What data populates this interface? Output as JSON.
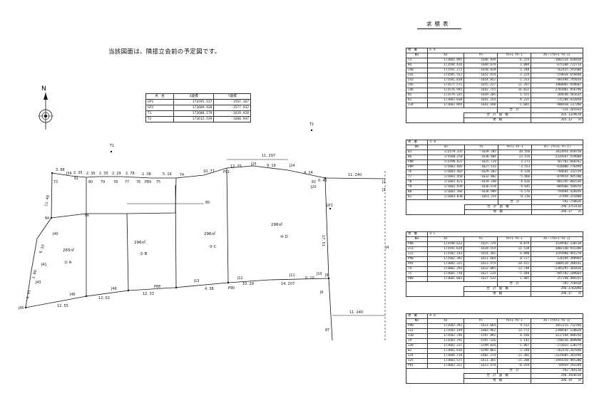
{
  "title": "求積表",
  "note": "当該図面は、隣接立会前の予定図です。",
  "north_label": "N",
  "coord_table": {
    "headers": [
      "点　名",
      "X座標",
      "Y座標"
    ],
    "rows": [
      [
        "GP1",
        "173595.537",
        "-1597.167"
      ],
      [
        "GP2",
        "173609.928",
        "-1577.932"
      ],
      [
        "T1",
        "173608.179",
        "-1639.420"
      ],
      [
        "T2",
        "173612.539",
        "-1600.947"
      ]
    ]
  },
  "area_labels": {
    "A_label": "① A",
    "B_label": "② B",
    "C_label": "③ C",
    "D_label": "④ D",
    "A_area": "265㎡",
    "B_area": "296㎡",
    "C_area": "296㎡",
    "D_area": "296㎡"
  },
  "dims": {
    "top_right": "11. 297",
    "right_upper": "11. 240",
    "right_lower": "11. 240",
    "bottom_a": "12. 55",
    "bottom_b": "12. 02",
    "bottom_c": "12. 33",
    "bottom_d1": "4. 38",
    "bottom_d2": "10. 29",
    "bottom_d3": "14. 207",
    "bottom_d4": "0. 10",
    "right_vert": "17. 51",
    "left_vert1": "11. 48",
    "left_vert2": "6. 10",
    "left_vert3": "3. 90",
    "left_vert4": "4. 41",
    "top_segs": [
      "3. 88",
      "2. 35",
      "2. 35",
      "2. 35",
      "2. 29",
      "2. 78",
      "2. 08",
      "5. 16",
      "10. 77",
      "12. 25",
      "9. 19",
      "4. 24",
      "0. 45"
    ]
  },
  "points": {
    "J45": "J45",
    "J46": "J46",
    "J49": "J49",
    "P88": "P88",
    "J13": "J13",
    "J12": "J12",
    "P90": "P90",
    "J11": "J11",
    "J10": "J10",
    "J9": "J9",
    "J6": "J6",
    "J43": "J43",
    "J41": "J41",
    "J40": "J40",
    "p84": "84",
    "p86": "86",
    "p73": "73",
    "J34": "J34",
    "p81": "81",
    "p80": "80",
    "p79": "79",
    "p78": "78",
    "p77": "77",
    "p76": "76",
    "P89": "P89",
    "p75": "75",
    "p74": "74",
    "p85": "85",
    "P91": "P91",
    "J25": "J25",
    "J24": "J24",
    "J20": "J20",
    "p82": "82",
    "J2": "J2",
    "J3": "J3",
    "J4": "J4",
    "GP1": "GP1",
    "T1": "T1",
    "T2": "T2",
    "p87": "87"
  },
  "area_tables": [
    {
      "header_left": "地　番",
      "header_right": "① A",
      "columns": [
        "NO",
        "Xn",
        "Yn",
        "Yn+1-Yn-1",
        "Xn・(Yn+1-Yn-1)"
      ],
      "rows": [
        [
          "73",
          "173601.895",
          "-1646.939",
          "-6.224",
          "-1082234.636820"
        ],
        [
          "84",
          "173594.426",
          "-1649.674",
          "-3.889",
          "-675108.722714"
        ],
        [
          "J40",
          "173591.272",
          "-1650.828",
          "-3.240",
          "-562435.591680"
        ],
        [
          "J41",
          "173585.552",
          "-1652.914",
          "-3.224",
          "-559639.659440"
        ],
        [
          "J43",
          "173581.818",
          "-1654.052",
          "-2.313",
          "-401494.745034"
        ],
        [
          "J45",
          "173577.571",
          "-1655.227",
          "11.297",
          "1960965.919687"
        ],
        [
          "J46",
          "173576.945",
          "-1642.755",
          "16.022",
          "2781081.956790"
        ],
        [
          "85",
          "173579.335",
          "-1639.205",
          "1.551",
          "269248.581635"
        ],
        [
          "81",
          "173603.030",
          "-1641.254",
          "-4.235",
          "-735208.832050"
        ],
        [
          "J34",
          "173603.894",
          "-1643.440",
          "-5.685",
          "-986938.137390"
        ]
      ],
      "sum_label": "合　計",
      "sum_value": "-531.265934",
      "total_label": "合　計　面　積",
      "total_value": "265.1329670",
      "area_label": "地　積",
      "area_value": "265.13",
      "unit": "㎡"
    },
    {
      "header_left": "地　番",
      "header_right": "② B",
      "columns": [
        "NO",
        "Xn",
        "Yn",
        "Yn+1-Yn-1",
        "Xn・(Yn+1-Yn-1)"
      ],
      "rows": [
        [
          "83",
          "173579.335",
          "-1639.205",
          "10.450",
          "1813954.050750"
        ],
        [
          "86",
          "173580.258",
          "-1630.804",
          "13.476",
          "2339167.559608"
        ],
        [
          "P88",
          "173590.622",
          "-1625.729",
          "3.271",
          "567782.668762"
        ],
        [
          "P89",
          "173601.683",
          "-1627.533",
          "-3.553",
          "-616806.776499"
        ],
        [
          "76",
          "173601.401",
          "-1629.282",
          "-4.520",
          "-784641.332729"
        ],
        [
          "77",
          "173601.450",
          "-1632.002",
          "-5.066",
          "-879454.945700"
        ],
        [
          "78",
          "173601.621",
          "-1634.348",
          "-4.616",
          "-801345.082536"
        ],
        [
          "79",
          "173601.939",
          "-1636.678",
          "-4.641",
          "-805686.584976"
        ],
        [
          "80",
          "173602.366",
          "-1638.989",
          "-4.576",
          "-794404.426816"
        ],
        [
          "81",
          "173603.030",
          "-1641.254",
          "-0.216",
          "-37498.254480"
        ]
      ],
      "sum_label": "合　計",
      "sum_value": "-592.750626",
      "total_label": "合　計　面　積",
      "total_value": "296.3753130",
      "area_label": "地　積",
      "area_value": "296.37",
      "unit": "㎡"
    },
    {
      "header_left": "地　番",
      "header_right": "③ C",
      "columns": [
        "NO",
        "Xn",
        "Yn",
        "Yn+1-Yn-1",
        "Xn・(Yn+1-Yn-1)"
      ],
      "rows": [
        [
          "P88",
          "173590.622",
          "-1625.729",
          "8.879",
          "1539582.230738"
        ],
        [
          "J13",
          "173591.629",
          "-1618.554",
          "11.528",
          "2001140.915280"
        ],
        [
          "J12",
          "173582.143",
          "-1614.201",
          "6.890",
          "1195980.965270"
        ],
        [
          "P90",
          "173582.392",
          "-1611.664",
          "0.727",
          "126194.398964"
        ],
        [
          "P91",
          "173603.321",
          "-1613.474",
          "-10.421",
          "-1809120.208141"
        ],
        [
          "74",
          "173602.293",
          "-1622.085",
          "-13.740",
          "-2385295.364420"
        ],
        [
          "75",
          "173601.718",
          "-1627.214",
          "-5.448",
          "-945782.109664"
        ],
        [
          "P89",
          "173601.683",
          "-1627.533",
          "1.485",
          "257798.499255"
        ]
      ],
      "sum_label": "合　計",
      "sum_value": "-592.756918",
      "total_label": "合　計　面　積",
      "total_value": "296.3782090",
      "area_label": "地　積",
      "area_value": "296.37",
      "unit": "㎡"
    },
    {
      "header_left": "地　番",
      "header_right": "④ D",
      "columns": [
        "NO",
        "Xn",
        "Yn",
        "Yn+1-Yn-1",
        "Xn・(Yn+1-Yn-1)"
      ],
      "rows": [
        [
          "P90",
          "173582.392",
          "-1611.664",
          "9.512",
          "1651115.712704"
        ],
        [
          "J11",
          "173583.149",
          "-1603.962",
          "13.772",
          "2390587.128628"
        ],
        [
          "J10",
          "173583.746",
          "-1597.892",
          "6.436",
          "1117194.989256"
        ],
        [
          "J9",
          "173583.791",
          "-1597.526",
          "-1.142",
          "-198236.889890"
        ],
        [
          "J20",
          "173601.237",
          "-1599.034",
          "-1.867",
          "-272033.138379"
        ],
        [
          "82",
          "173601.916",
          "-1599.063",
          "-3.240",
          "-562470.207840"
        ],
        [
          "J24",
          "173604.720",
          "-1602.274",
          "-12.302",
          "-2135605.265440"
        ],
        [
          "J25",
          "173603.571",
          "-1611.365",
          "-11.200",
          "-1944359.995200"
        ],
        [
          "P91",
          "173603.321",
          "-1613.474",
          "-0.259",
          "-44959.293349"
        ]
      ],
      "sum_label": "合　計",
      "sum_value": "-592.784110",
      "total_label": "合　計　面　積",
      "total_value": "296.3920550",
      "area_label": "地　積",
      "area_value": "296.39",
      "unit": "㎡"
    }
  ]
}
